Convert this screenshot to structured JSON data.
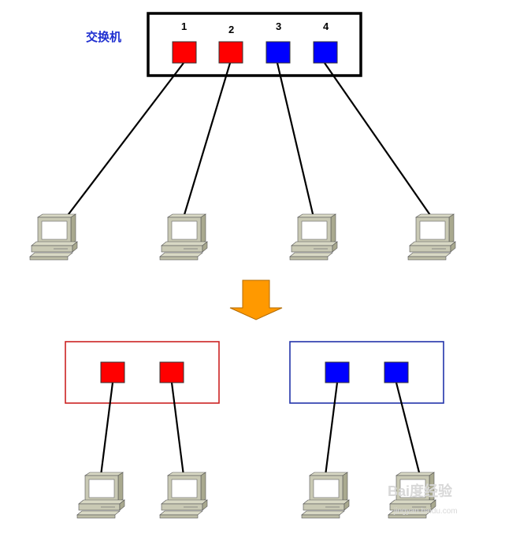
{
  "diagram": {
    "switch_label": "交换机",
    "port_numbers": [
      "1",
      "2",
      "3",
      "4"
    ],
    "colors": {
      "port_red": "#ff0000",
      "port_blue": "#0000ff",
      "vlan_red_border": "#cc2222",
      "vlan_blue_border": "#2233aa",
      "arrow": "#ff9900",
      "cable": "#000000"
    },
    "arrow_direction": "down",
    "watermark_text": "Bai度经验",
    "watermark_sub": "jingyan.baidu.com"
  }
}
